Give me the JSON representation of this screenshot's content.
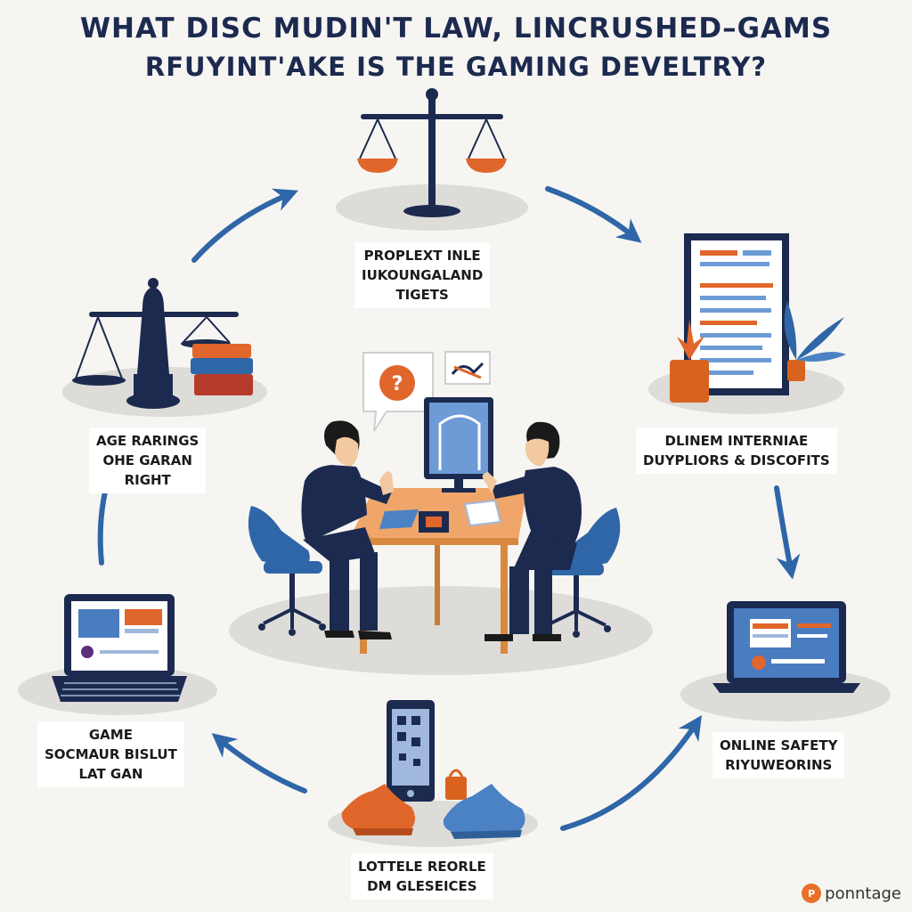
{
  "title": {
    "line1": "WHAT DISC MUDIN'T LAW, LINCRUSHED–GAMS",
    "line2": "RFUYINT'AKE IS THE GAMING DEVELTRY?"
  },
  "nodes": {
    "top": {
      "lines": [
        "PROPLEXT INLE",
        "IUKOUNGALAND",
        "TIGETS"
      ],
      "icon": "scales-of-justice-icon"
    },
    "right_top": {
      "lines": [
        "DLINEM INTERNIAE",
        "DUYPLIORS & DISCOFITS"
      ],
      "icon": "document-with-plants-icon"
    },
    "right_bottom": {
      "lines": [
        "ONLINE SAFETY",
        "RIYUWEORINS"
      ],
      "icon": "laptop-icon"
    },
    "bottom": {
      "lines": [
        "LOTTELE REORLE",
        "DM GLESEICES"
      ],
      "icon": "phone-and-sneakers-icon"
    },
    "left_bottom": {
      "lines": [
        "GAME",
        "SOCMAUR BISLUT",
        "LAT GAN"
      ],
      "icon": "laptop-icon"
    },
    "left_top": {
      "lines": [
        "AGE RARINGS",
        "OHE GARAN",
        "RIGHT"
      ],
      "icon": "scales-and-books-icon"
    }
  },
  "center": {
    "scene": "two-people-meeting-at-desk",
    "bubble_symbol": "?"
  },
  "brand": {
    "mark": "P",
    "name": "ponntage"
  },
  "colors": {
    "navy": "#1c2a4f",
    "orange": "#e0662b",
    "blue": "#2f66a8",
    "shadow": "#dddcd9"
  }
}
